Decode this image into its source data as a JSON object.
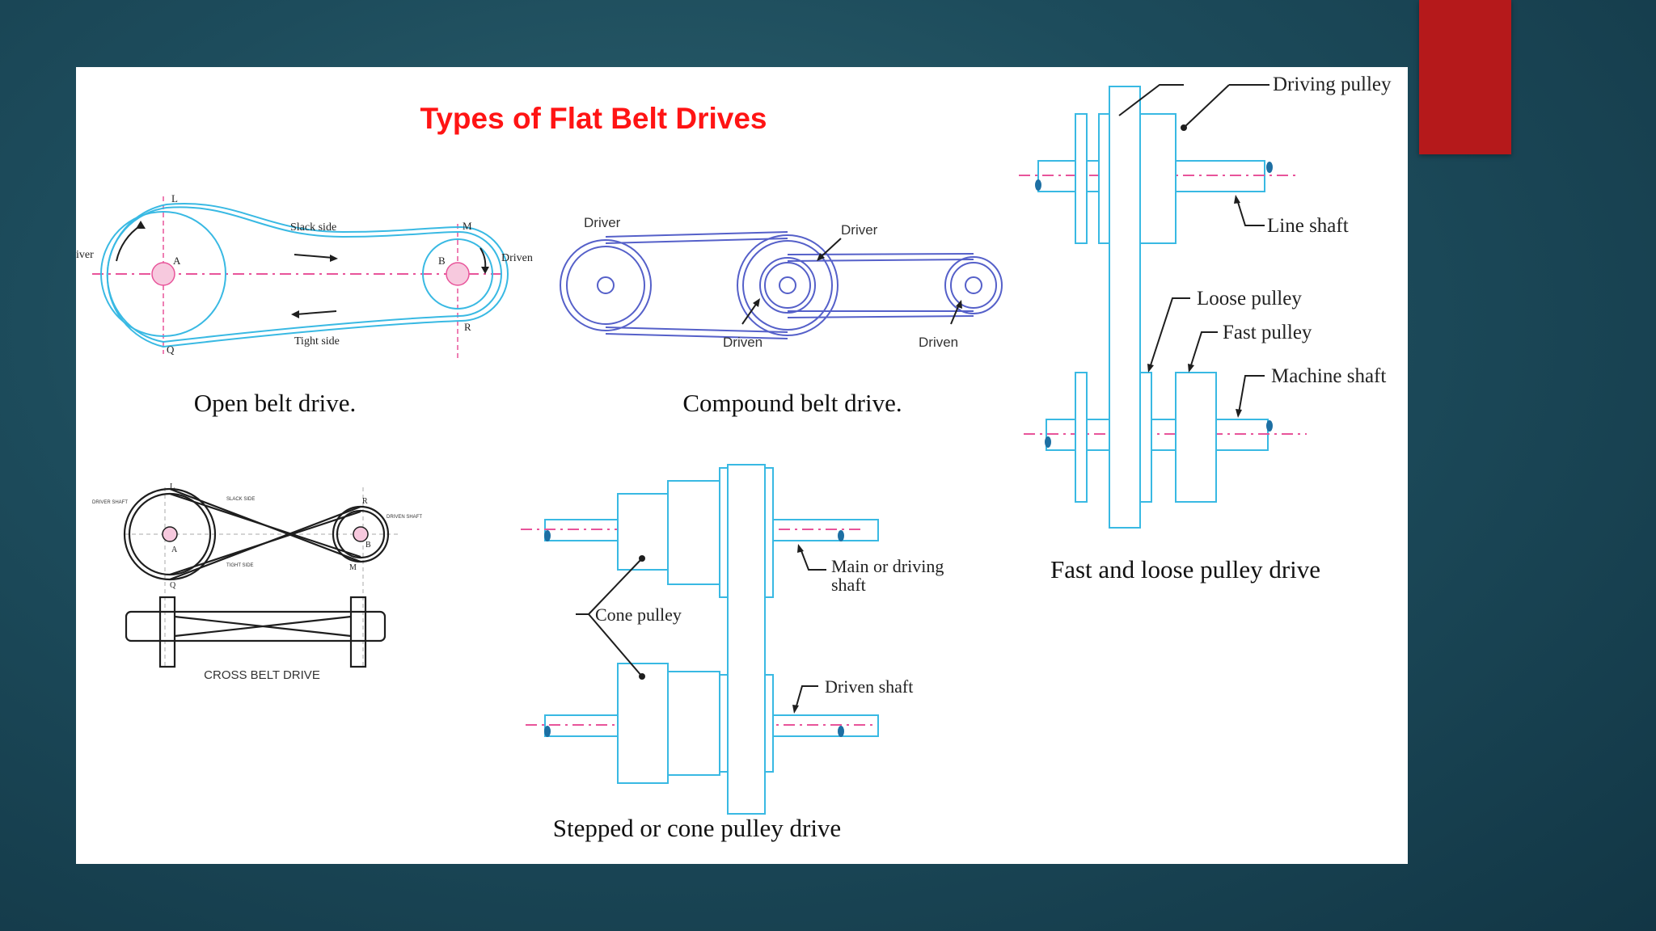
{
  "slide": {
    "title": "Types of Flat Belt Drives",
    "accent_color": "#b5191b",
    "title_color": "#ff1414"
  },
  "open_belt": {
    "caption": "Open belt drive.",
    "labels": {
      "slack": "Slack side",
      "tight": "Tight side",
      "driver": "iver",
      "driven": "Driven",
      "L": "L",
      "M": "M",
      "Q": "Q",
      "R": "R",
      "A": "A",
      "B": "B"
    }
  },
  "compound_belt": {
    "caption": "Compound belt drive.",
    "labels": {
      "driver_1": "Driver",
      "driver_2": "Driver",
      "driven_1": "Driven",
      "driven_2": "Driven"
    }
  },
  "fast_loose": {
    "caption": "Fast and loose pulley drive",
    "labels": {
      "driving_pulley": "Driving pulley",
      "line_shaft": "Line shaft",
      "loose_pulley": "Loose pulley",
      "fast_pulley": "Fast pulley",
      "machine_shaft": "Machine shaft"
    }
  },
  "cross_belt": {
    "caption": "CROSS BELT DRIVE",
    "labels": {
      "driver_shaft": "DRIVER SHAFT",
      "slack": "SLACK SIDE",
      "tight": "TIGHT SIDE",
      "driven_shaft": "DRIVEN SHAFT",
      "L": "L",
      "R": "R",
      "Q": "Q",
      "M": "M",
      "A": "A",
      "B": "B"
    }
  },
  "cone_pulley": {
    "caption": "Stepped or cone pulley drive",
    "labels": {
      "main_shaft_line1": "Main or driving",
      "main_shaft_line2": "shaft",
      "cone_pulley": "Cone pulley",
      "driven_shaft": "Driven shaft"
    }
  }
}
